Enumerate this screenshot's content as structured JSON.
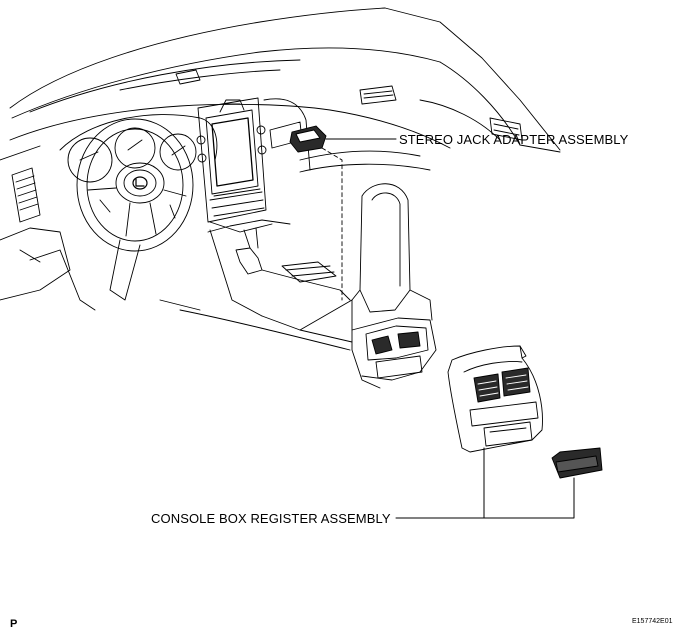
{
  "callouts": {
    "stereo_jack": "STEREO JACK ADAPTER ASSEMBLY",
    "console_register": "CONSOLE BOX REGISTER ASSEMBLY"
  },
  "footer": {
    "left_mark": "P",
    "figure_code": "E157742E01"
  },
  "colors": {
    "line": "#000000",
    "background": "#ffffff",
    "part_fill": "#2a2a2a"
  },
  "parts": {
    "steering_wheel_logo": "lexus-emblem-icon"
  }
}
